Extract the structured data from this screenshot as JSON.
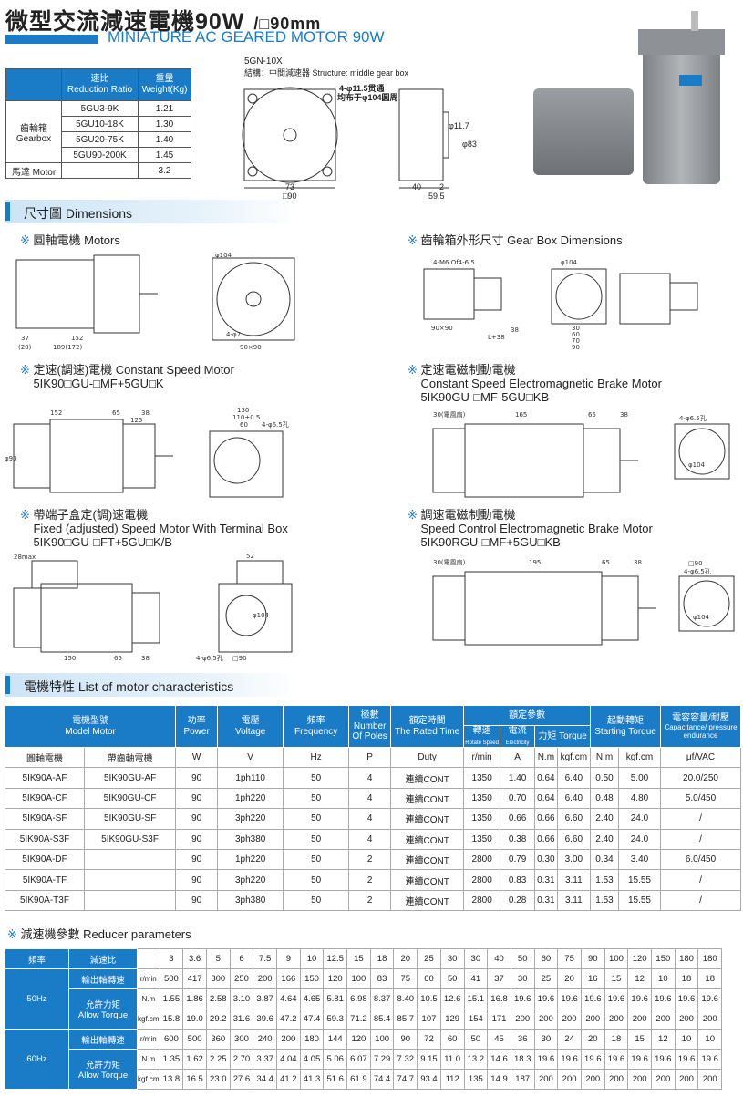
{
  "header": {
    "title_cn": "微型交流減速電機90W",
    "title_size": "/□90mm",
    "title_en": "MINIATURE AC GEARED MOTOR 90W"
  },
  "weight_table": {
    "headers": [
      {
        "cn": "速比",
        "en": "Reduction Ratio"
      },
      {
        "cn": "重量",
        "en": "Weight(Kg)"
      }
    ],
    "gearbox_label_cn": "齒輪箱",
    "gearbox_label_en": "Gearbox",
    "rows": [
      {
        "ratio": "5GU3-9K",
        "weight": "1.21"
      },
      {
        "ratio": "5GU10-18K",
        "weight": "1.30"
      },
      {
        "ratio": "5GU20-75K",
        "weight": "1.40"
      },
      {
        "ratio": "5GU90-200K",
        "weight": "1.45"
      }
    ],
    "motor_label": "馬達 Motor",
    "motor_weight": "3.2"
  },
  "gearbox_drawing": {
    "model": "5GN-10X",
    "structure": "結構：中間減速器 Structure: middle gear box",
    "hole_note1": "4-φ11.5贯通",
    "hole_note2": "均布于φ104圆周",
    "dim_73": "73",
    "dim_90": "□90",
    "dim_11_7": "φ11.7",
    "dim_83": "φ83",
    "dim_40": "40",
    "dim_2": "2",
    "dim_59_5": "59.5"
  },
  "sections": {
    "dimensions": "尺寸圖 Dimensions",
    "characteristics": "電機特性  List of motor characteristics",
    "reducer": "減速機參數 Reducer parameters"
  },
  "drawings": [
    {
      "title": "圓軸電機 Motors",
      "lines": [],
      "dims": [
        "152",
        "37",
        "189(172)",
        "(20)",
        "φ104",
        "4-φ7",
        "90×90"
      ]
    },
    {
      "title": "齒輪箱外形尺寸 Gear Box Dimensions",
      "lines": [],
      "dims": [
        "4-M6.Of4-6.5",
        "φ104",
        "90×90",
        "L+38",
        "38",
        "30",
        "60",
        "70",
        "90"
      ]
    },
    {
      "title": "定速(調速)電機 Constant Speed Motor",
      "lines": [
        "5IK90□GU-□MF+5GU□K"
      ],
      "dims": [
        "152",
        "65",
        "38",
        "125",
        "130",
        "110±0.5",
        "60",
        "4-φ6.5孔",
        "φ90"
      ]
    },
    {
      "title": "定速電磁制動電機",
      "lines": [
        "Constant Speed Electromagnetic Brake Motor",
        "5IK90GU-□MF-5GU□KB"
      ],
      "dims": [
        "30(電風扇)",
        "165",
        "65",
        "38",
        "4-φ6.5孔",
        "φ104"
      ]
    },
    {
      "title": "帶端子盒定(調)速電機",
      "lines": [
        "Fixed (adjusted) Speed Motor With Terminal Box",
        "5IK90□GU-□FT+5GU□K/B"
      ],
      "dims": [
        "28max",
        "52",
        "150",
        "65",
        "38",
        "4-φ6.5孔",
        "□90",
        "φ104"
      ]
    },
    {
      "title": "調速電磁制動電機",
      "lines": [
        "Speed Control Electromagnetic Brake Motor",
        "5IK90RGU-□MF+5GU□KB"
      ],
      "dims": [
        "30(電風扇)",
        "195",
        "65",
        "38",
        "□90",
        "4-φ6.5孔",
        "φ104"
      ]
    }
  ],
  "motor_table": {
    "headers": {
      "model_cn": "電機型號",
      "model_en": "Model Motor",
      "power_cn": "功率",
      "power_en": "Power",
      "voltage_cn": "電壓",
      "voltage_en": "Voltage",
      "freq_cn": "頻率",
      "freq_en": "Frequency",
      "poles_cn": "極數",
      "poles_en": "Number Of Poles",
      "time_cn": "額定時間",
      "time_en": "The Rated Time",
      "rated_cn": "額定參數",
      "speed_cn": "轉速",
      "speed_en": "Rotate Speed",
      "current_cn": "電流",
      "current_en": "Electricity",
      "torque": "力矩 Torque",
      "start_cn": "起動轉矩",
      "start_en": "Starting Torque",
      "cap_cn": "電容容量/耐壓",
      "cap_en": "Capacitance/ pressure endurance"
    },
    "units": [
      "圓軸電機",
      "帶齒軸電機",
      "W",
      "V",
      "Hz",
      "P",
      "Duty",
      "r/min",
      "A",
      "N.m",
      "kgf.cm",
      "N.m",
      "kgf.cm",
      "μf/VAC"
    ],
    "rows": [
      [
        "5IK90A-AF",
        "5IK90GU-AF",
        "90",
        "1ph110",
        "50",
        "4",
        "連續CONT",
        "1350",
        "1.40",
        "0.64",
        "6.40",
        "0.50",
        "5.00",
        "20.0/250"
      ],
      [
        "5IK90A-CF",
        "5IK90GU-CF",
        "90",
        "1ph220",
        "50",
        "4",
        "連續CONT",
        "1350",
        "0.70",
        "0.64",
        "6.40",
        "0.48",
        "4.80",
        "5.0/450"
      ],
      [
        "5IK90A-SF",
        "5IK90GU-SF",
        "90",
        "3ph220",
        "50",
        "4",
        "連續CONT",
        "1350",
        "0.66",
        "0.66",
        "6.60",
        "2.40",
        "24.0",
        "/"
      ],
      [
        "5IK90A-S3F",
        "5IK90GU-S3F",
        "90",
        "3ph380",
        "50",
        "4",
        "連續CONT",
        "1350",
        "0.38",
        "0.66",
        "6.60",
        "2.40",
        "24.0",
        "/"
      ],
      [
        "5IK90A-DF",
        "",
        "90",
        "1ph220",
        "50",
        "2",
        "連續CONT",
        "2800",
        "0.79",
        "0.30",
        "3.00",
        "0.34",
        "3.40",
        "6.0/450"
      ],
      [
        "5IK90A-TF",
        "",
        "90",
        "3ph220",
        "50",
        "2",
        "連續CONT",
        "2800",
        "0.83",
        "0.31",
        "3.11",
        "1.53",
        "15.55",
        "/"
      ],
      [
        "5IK90A-T3F",
        "",
        "90",
        "3ph380",
        "50",
        "2",
        "連續CONT",
        "2800",
        "0.28",
        "0.31",
        "3.11",
        "1.53",
        "15.55",
        "/"
      ]
    ]
  },
  "reducer_table": {
    "freq_label": "頻率",
    "ratio_label": "減速比",
    "speed_label": "輸出軸轉速",
    "torque_cn": "允許力矩",
    "torque_en": "Allow Torque",
    "ratios": [
      "3",
      "3.6",
      "5",
      "6",
      "7.5",
      "9",
      "10",
      "12.5",
      "15",
      "18",
      "20",
      "25",
      "30",
      "30",
      "40",
      "50",
      "60",
      "75",
      "90",
      "100",
      "120",
      "150",
      "180",
      "180"
    ],
    "groups": [
      {
        "freq": "50Hz",
        "rows": [
          {
            "unit": "r/min",
            "values": [
              "500",
              "417",
              "300",
              "250",
              "200",
              "166",
              "150",
              "120",
              "100",
              "83",
              "75",
              "60",
              "50",
              "41",
              "37",
              "30",
              "25",
              "20",
              "16",
              "15",
              "12",
              "10",
              "18",
              "18"
            ]
          },
          {
            "unit": "N.m",
            "values": [
              "1.55",
              "1.86",
              "2.58",
              "3.10",
              "3.87",
              "4.64",
              "4.65",
              "5.81",
              "6.98",
              "8.37",
              "8.40",
              "10.5",
              "12.6",
              "15.1",
              "16.8",
              "19.6",
              "19.6",
              "19.6",
              "19.6",
              "19.6",
              "19.6",
              "19.6",
              "19.6",
              "19.6"
            ]
          },
          {
            "unit": "kgf.cm",
            "values": [
              "15.8",
              "19.0",
              "29.2",
              "31.6",
              "39.6",
              "47.2",
              "47.4",
              "59.3",
              "71.2",
              "85.4",
              "85.7",
              "107",
              "129",
              "154",
              "171",
              "200",
              "200",
              "200",
              "200",
              "200",
              "200",
              "200",
              "200",
              "200"
            ]
          }
        ]
      },
      {
        "freq": "60Hz",
        "rows": [
          {
            "unit": "r/min",
            "values": [
              "600",
              "500",
              "360",
              "300",
              "240",
              "200",
              "180",
              "144",
              "120",
              "100",
              "90",
              "72",
              "60",
              "50",
              "45",
              "36",
              "30",
              "24",
              "20",
              "18",
              "15",
              "12",
              "10",
              "10"
            ]
          },
          {
            "unit": "N.m",
            "values": [
              "1.35",
              "1.62",
              "2.25",
              "2.70",
              "3.37",
              "4.04",
              "4.05",
              "5.06",
              "6.07",
              "7.29",
              "7.32",
              "9.15",
              "11.0",
              "13.2",
              "14.6",
              "18.3",
              "19.6",
              "19.6",
              "19.6",
              "19.6",
              "19.6",
              "19.6",
              "19.6",
              "19.6"
            ]
          },
          {
            "unit": "kgf.cm",
            "values": [
              "13.8",
              "16.5",
              "23.0",
              "27.6",
              "34.4",
              "41.2",
              "41.3",
              "51.6",
              "61.9",
              "74.4",
              "74.7",
              "93.4",
              "112",
              "135",
              "14.9",
              "187",
              "200",
              "200",
              "200",
              "200",
              "200",
              "200",
              "200",
              "200"
            ]
          }
        ]
      }
    ]
  },
  "colors": {
    "accent": "#1a7bc7",
    "motor_body": "#8a8d90"
  }
}
